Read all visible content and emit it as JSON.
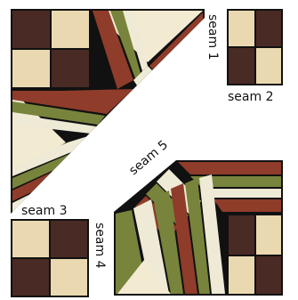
{
  "colors": {
    "cream": "#F3EAD2",
    "brown": "#4A2A24",
    "rust": "#8F3C2A",
    "olive": "#78843C",
    "sand": "#EAD9B0",
    "light_stripe": "#EEEAD6",
    "outline": "#111111"
  },
  "seams": [
    {
      "id": "seam-1",
      "label": "seam 1"
    },
    {
      "id": "seam-2",
      "label": "seam 2"
    },
    {
      "id": "seam-3",
      "label": "seam 3"
    },
    {
      "id": "seam-4",
      "label": "seam 4"
    },
    {
      "id": "seam-5",
      "label": "seam 5"
    }
  ],
  "pieces": [
    {
      "id": "four-patch-top-left",
      "kind": "four-patch"
    },
    {
      "id": "four-patch-top-right",
      "kind": "four-patch"
    },
    {
      "id": "four-patch-bottom-left",
      "kind": "four-patch"
    },
    {
      "id": "four-patch-bottom-right",
      "kind": "four-patch"
    },
    {
      "id": "star-half-top-left",
      "kind": "striped-diamonds"
    },
    {
      "id": "star-half-bottom-right",
      "kind": "striped-diamonds"
    }
  ]
}
